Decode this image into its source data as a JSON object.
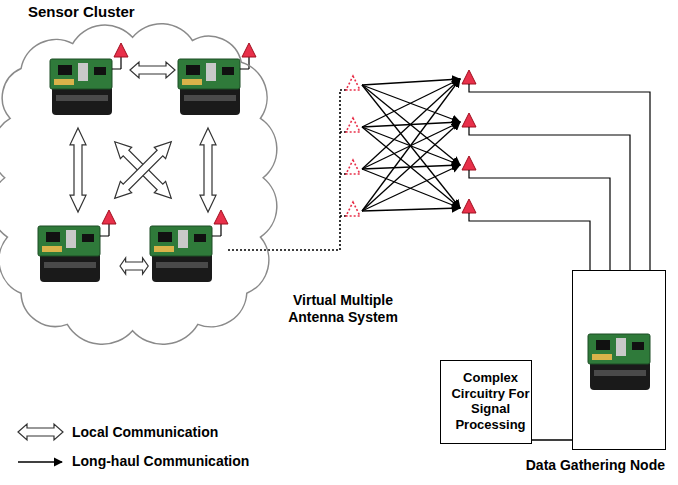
{
  "diagram": {
    "nodes": [
      {
        "text": [
          "Sensor Cluster"
        ]
      },
      {
        "text": [
          "Complex Circuitry For Signal Processing"
        ]
      },
      {
        "text": [
          "Data Gathering Node"
        ]
      }
    ],
    "edges": [
      {
        "from": 1,
        "to": 2,
        "arrow": "none"
      }
    ],
    "labels": [
      "Virtual Multiple Antenna System"
    ],
    "legend": [
      {
        "text": "Local Communication"
      },
      {
        "text": "Long-haul Communication"
      }
    ]
  }
}
